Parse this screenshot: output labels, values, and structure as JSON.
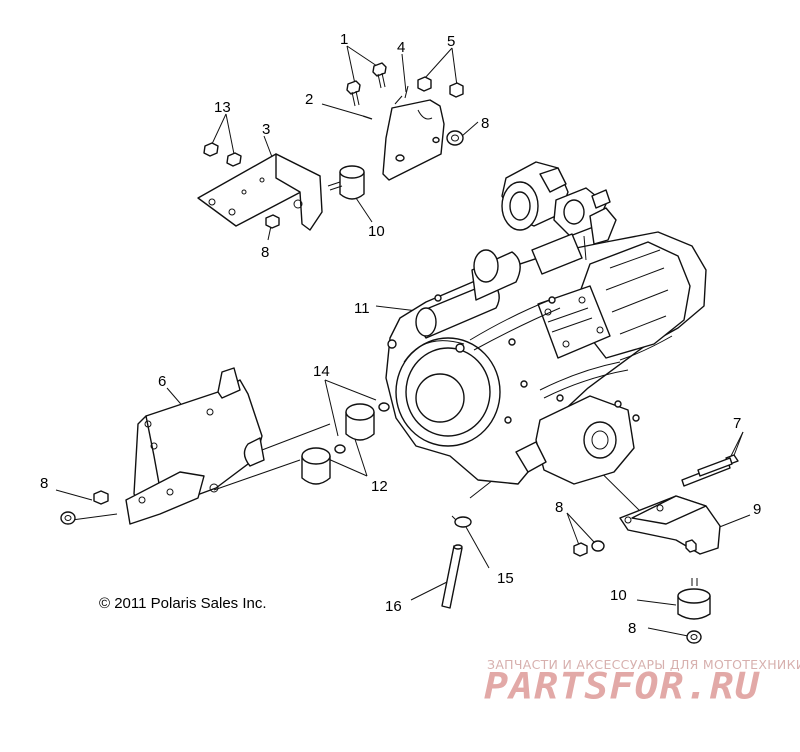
{
  "callouts": {
    "c1": "1",
    "c2": "2",
    "c3": "3",
    "c4": "4",
    "c5": "5",
    "c6": "6",
    "c7": "7",
    "c8a": "8",
    "c8b": "8",
    "c8c": "8",
    "c8d": "8",
    "c8e": "8",
    "c9": "9",
    "c10a": "10",
    "c10b": "10",
    "c11": "11",
    "c12": "12",
    "c13": "13",
    "c14": "14",
    "c15": "15",
    "c16": "16"
  },
  "copyright": "© 2011 Polaris Sales Inc.",
  "watermark": {
    "tagline": "ЗАПЧАСТИ И АКСЕССУАРЫ ДЛЯ МОТОТЕХНИКИ",
    "logo": "PARTSFOR.RU"
  }
}
